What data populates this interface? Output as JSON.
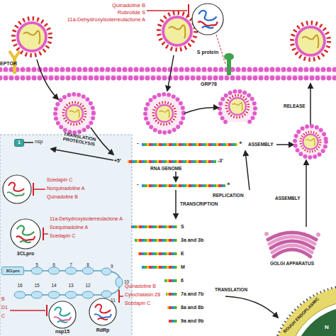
{
  "diagram": {
    "nodes": [
      {
        "text": [
          "S protein"
        ]
      },
      {
        "text": [
          "1"
        ]
      },
      {
        "text": [
          "3CLpro"
        ]
      },
      {
        "text": [
          "3CLpro"
        ]
      },
      {
        "text": [
          "nsp15"
        ]
      },
      {
        "text": [
          "RdRp"
        ]
      },
      {
        "text": [
          "GOLGI APPARATUS"
        ]
      },
      {
        "text": [
          "ROUGH ENDOPLASMIC"
        ]
      }
    ],
    "labels": [
      "Quinadoline B",
      "Rubrolide S",
      "11a-Dehydroxyisoterreulactone A",
      "EPTOR",
      "GRP78",
      "nsp",
      "TRANSLATION PROTEOLYSIS",
      "-",
      "+",
      "ASSEMBLY",
      "RELEASE",
      "+5'",
      "RNA GENOME",
      "-3'",
      "-",
      "+",
      "Scedapin C",
      "Norquinadoline A",
      "Quinadoline B",
      "REPLICATION",
      "TRANSCRIPTION",
      "11a-Dehydroxyisoterreulactone A",
      "Scequinadoline A",
      "Scedapin C",
      "S",
      "3a and 3b",
      "E",
      "M",
      "6",
      "7a and 7b",
      "8a and 8b",
      "9a and 9b",
      "ASSEMBLY",
      "5",
      "6",
      "7",
      "8",
      "9",
      "10",
      "11",
      "16",
      "15",
      "14",
      "13",
      "12",
      "TRANSLATION",
      "B",
      "D1",
      "C",
      "Quinadoline B",
      "Cytochalasin Z8",
      "Scedapin C",
      "N"
    ]
  }
}
